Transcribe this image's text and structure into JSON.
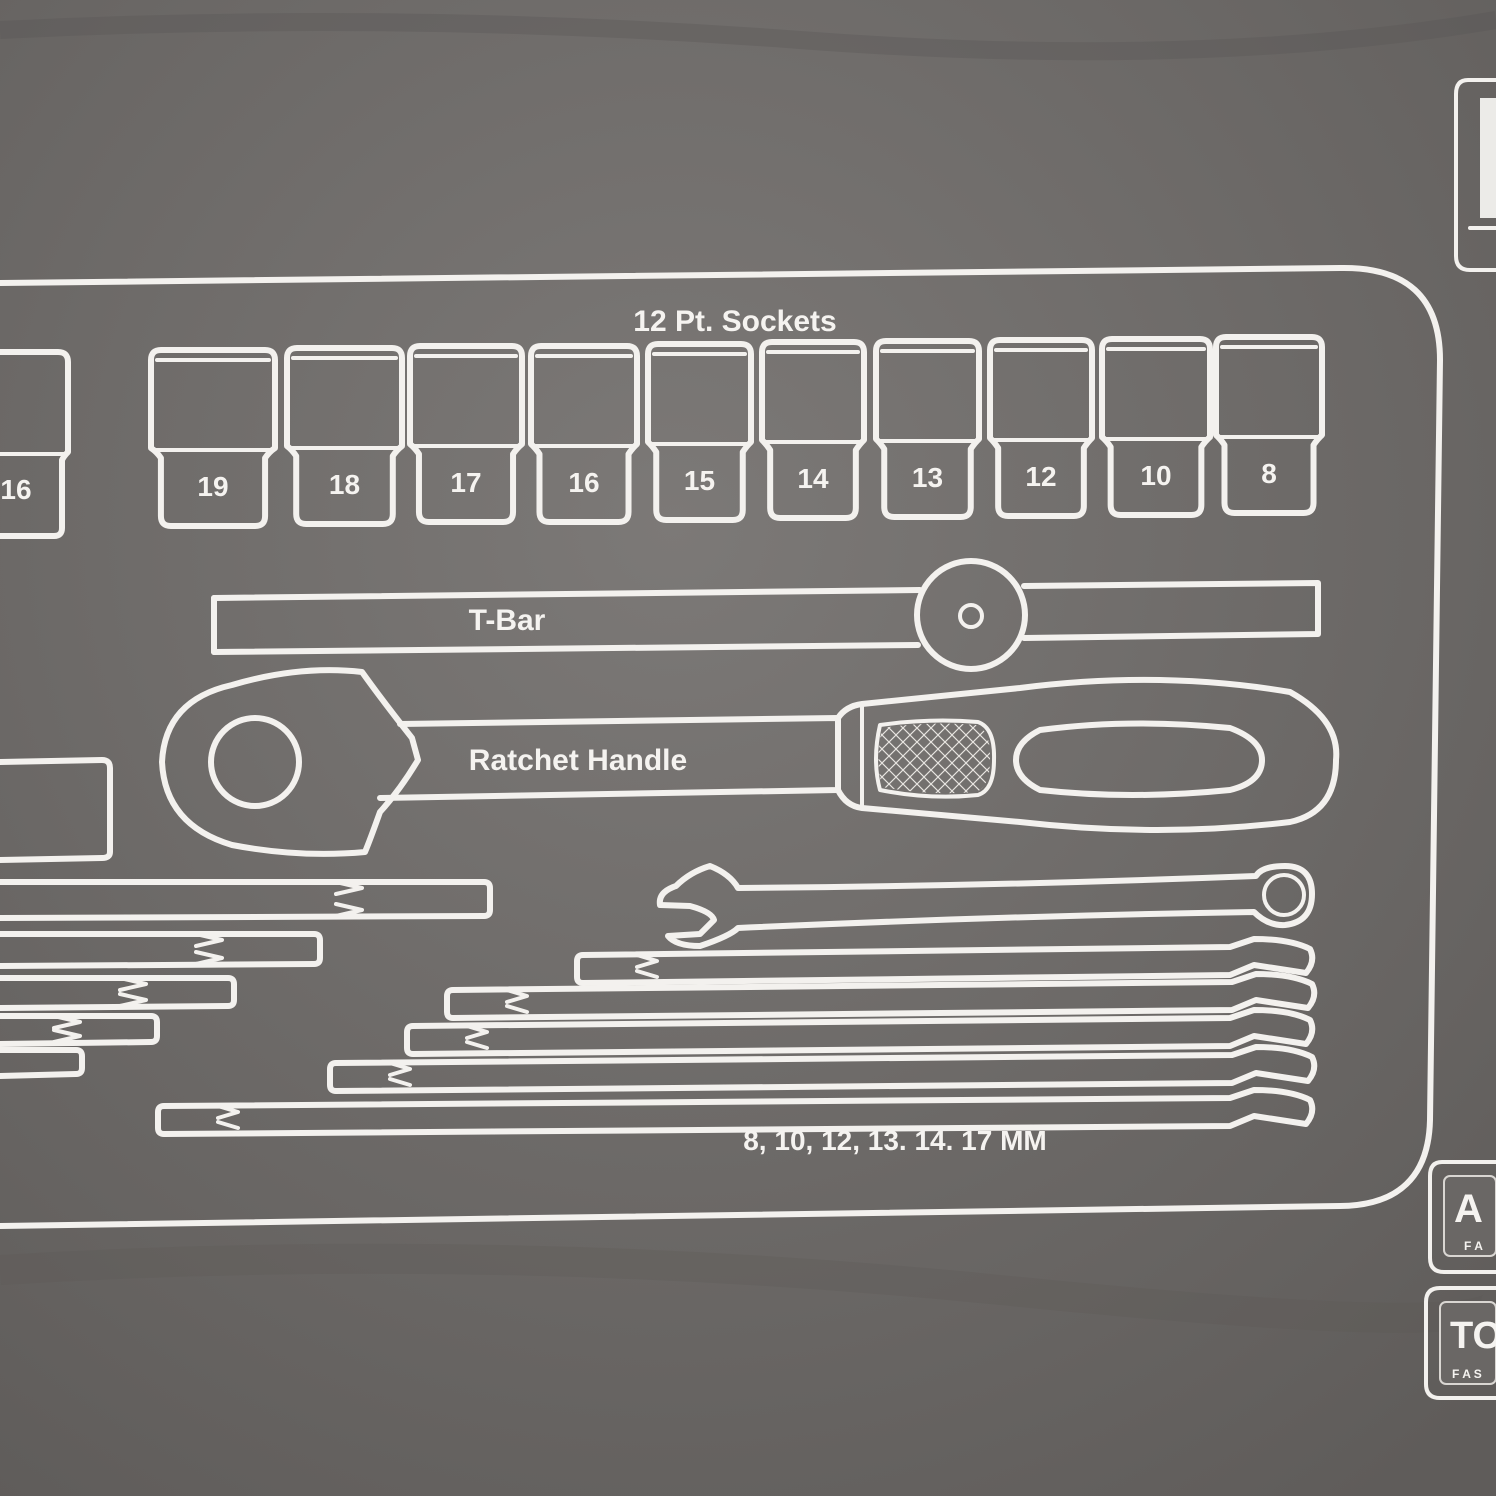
{
  "tray": {
    "sockets_title": "12 Pt. Sockets",
    "partial_socket_label": "16",
    "socket_sizes": [
      "19",
      "18",
      "17",
      "16",
      "15",
      "14",
      "13",
      "12",
      "10",
      "8"
    ],
    "tbar_label": "T-Bar",
    "ratchet_label": "Ratchet Handle",
    "wrench_sizes_label": "8, 10, 12, 13. 14. 17 MM"
  },
  "badges": [
    {
      "name": "badge-top",
      "title": "",
      "sub": ""
    },
    {
      "name": "badge-middle",
      "title": "A",
      "sub": "F A"
    },
    {
      "name": "badge-bottom",
      "title": "TO",
      "sub": "F A S"
    }
  ],
  "colors": {
    "foam": "#6f6c6a",
    "line": "#f3f1ee"
  }
}
